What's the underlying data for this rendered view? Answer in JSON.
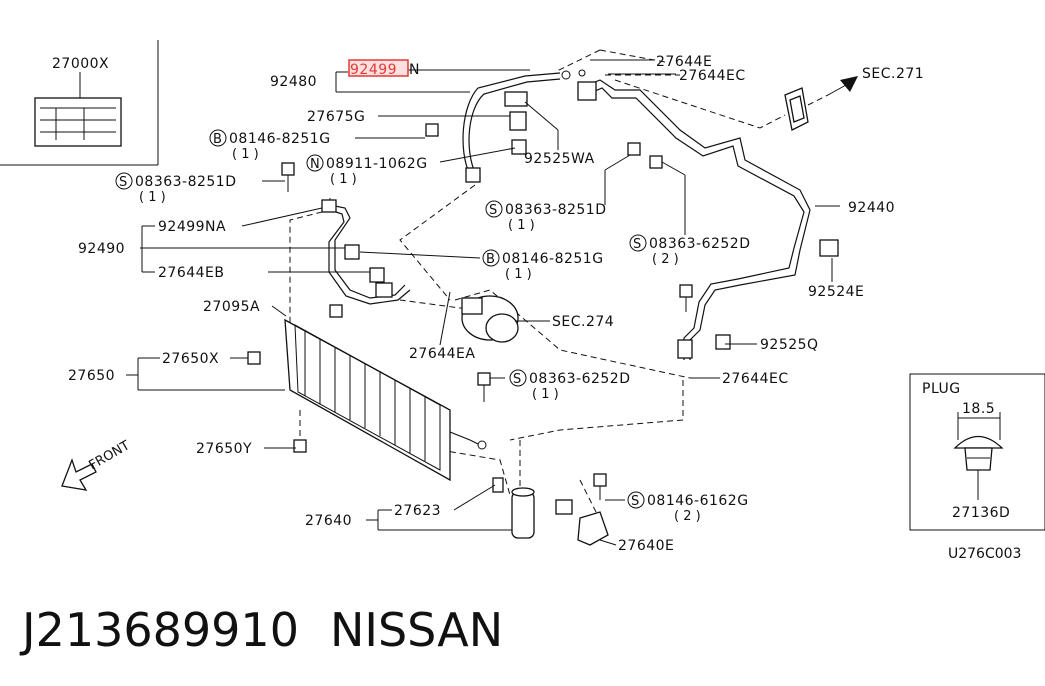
{
  "labels": {
    "p27000X": "27000X",
    "p92499N": "92499",
    "p92499N_suffix": "N",
    "p92480": "92480",
    "p27644E": "27644E",
    "p27644EC_top": "27644EC",
    "sec271": "SEC.271",
    "p27675G": "27675G",
    "b08146_8251G_a": "08146-8251G",
    "b08146_8251G_a_qty": "( 1 )",
    "n08911_1062G": "08911-1062G",
    "n08911_1062G_qty": "( 1 )",
    "s08363_8251D_a": "08363-8251D",
    "s08363_8251D_a_qty": "( 1 )",
    "p92525WA": "92525WA",
    "p92440": "92440",
    "s08363_8251D_b": "08363-8251D",
    "s08363_8251D_b_qty": "( 1 )",
    "p92499NA": "92499NA",
    "p92490": "92490",
    "s08363_6252D_a": "08363-6252D",
    "s08363_6252D_a_qty": "( 2 )",
    "b08146_8251G_b": "08146-8251G",
    "b08146_8251G_b_qty": "( 1 )",
    "p27644EB": "27644EB",
    "p92524E": "92524E",
    "p27095A": "27095A",
    "sec274": "SEC.274",
    "p27644EA": "27644EA",
    "p92525Q": "92525Q",
    "p27650X": "27650X",
    "p27650": "27650",
    "s08363_6252D_b": "08363-6252D",
    "s08363_6252D_b_qty": "( 1 )",
    "p27644EC_mid": "27644EC",
    "front": "FRONT",
    "p27650Y": "27650Y",
    "s08146_6162G": "08146-6162G",
    "s08146_6162G_qty": "( 2 )",
    "p27623": "27623",
    "p27640": "27640",
    "p27640E": "27640E",
    "plug_title": "PLUG",
    "plug_dim": "18.5",
    "p27136D": "27136D",
    "drawing_code": "U276C003"
  },
  "prefix_letters": {
    "b": "B",
    "n": "N",
    "s": "S"
  },
  "caption": {
    "part_number": "J213689910",
    "brand": "NISSAN"
  },
  "colors": {
    "ink": "#111111",
    "highlight": "#e53935",
    "highlight_fill": "#ffe0e0"
  }
}
